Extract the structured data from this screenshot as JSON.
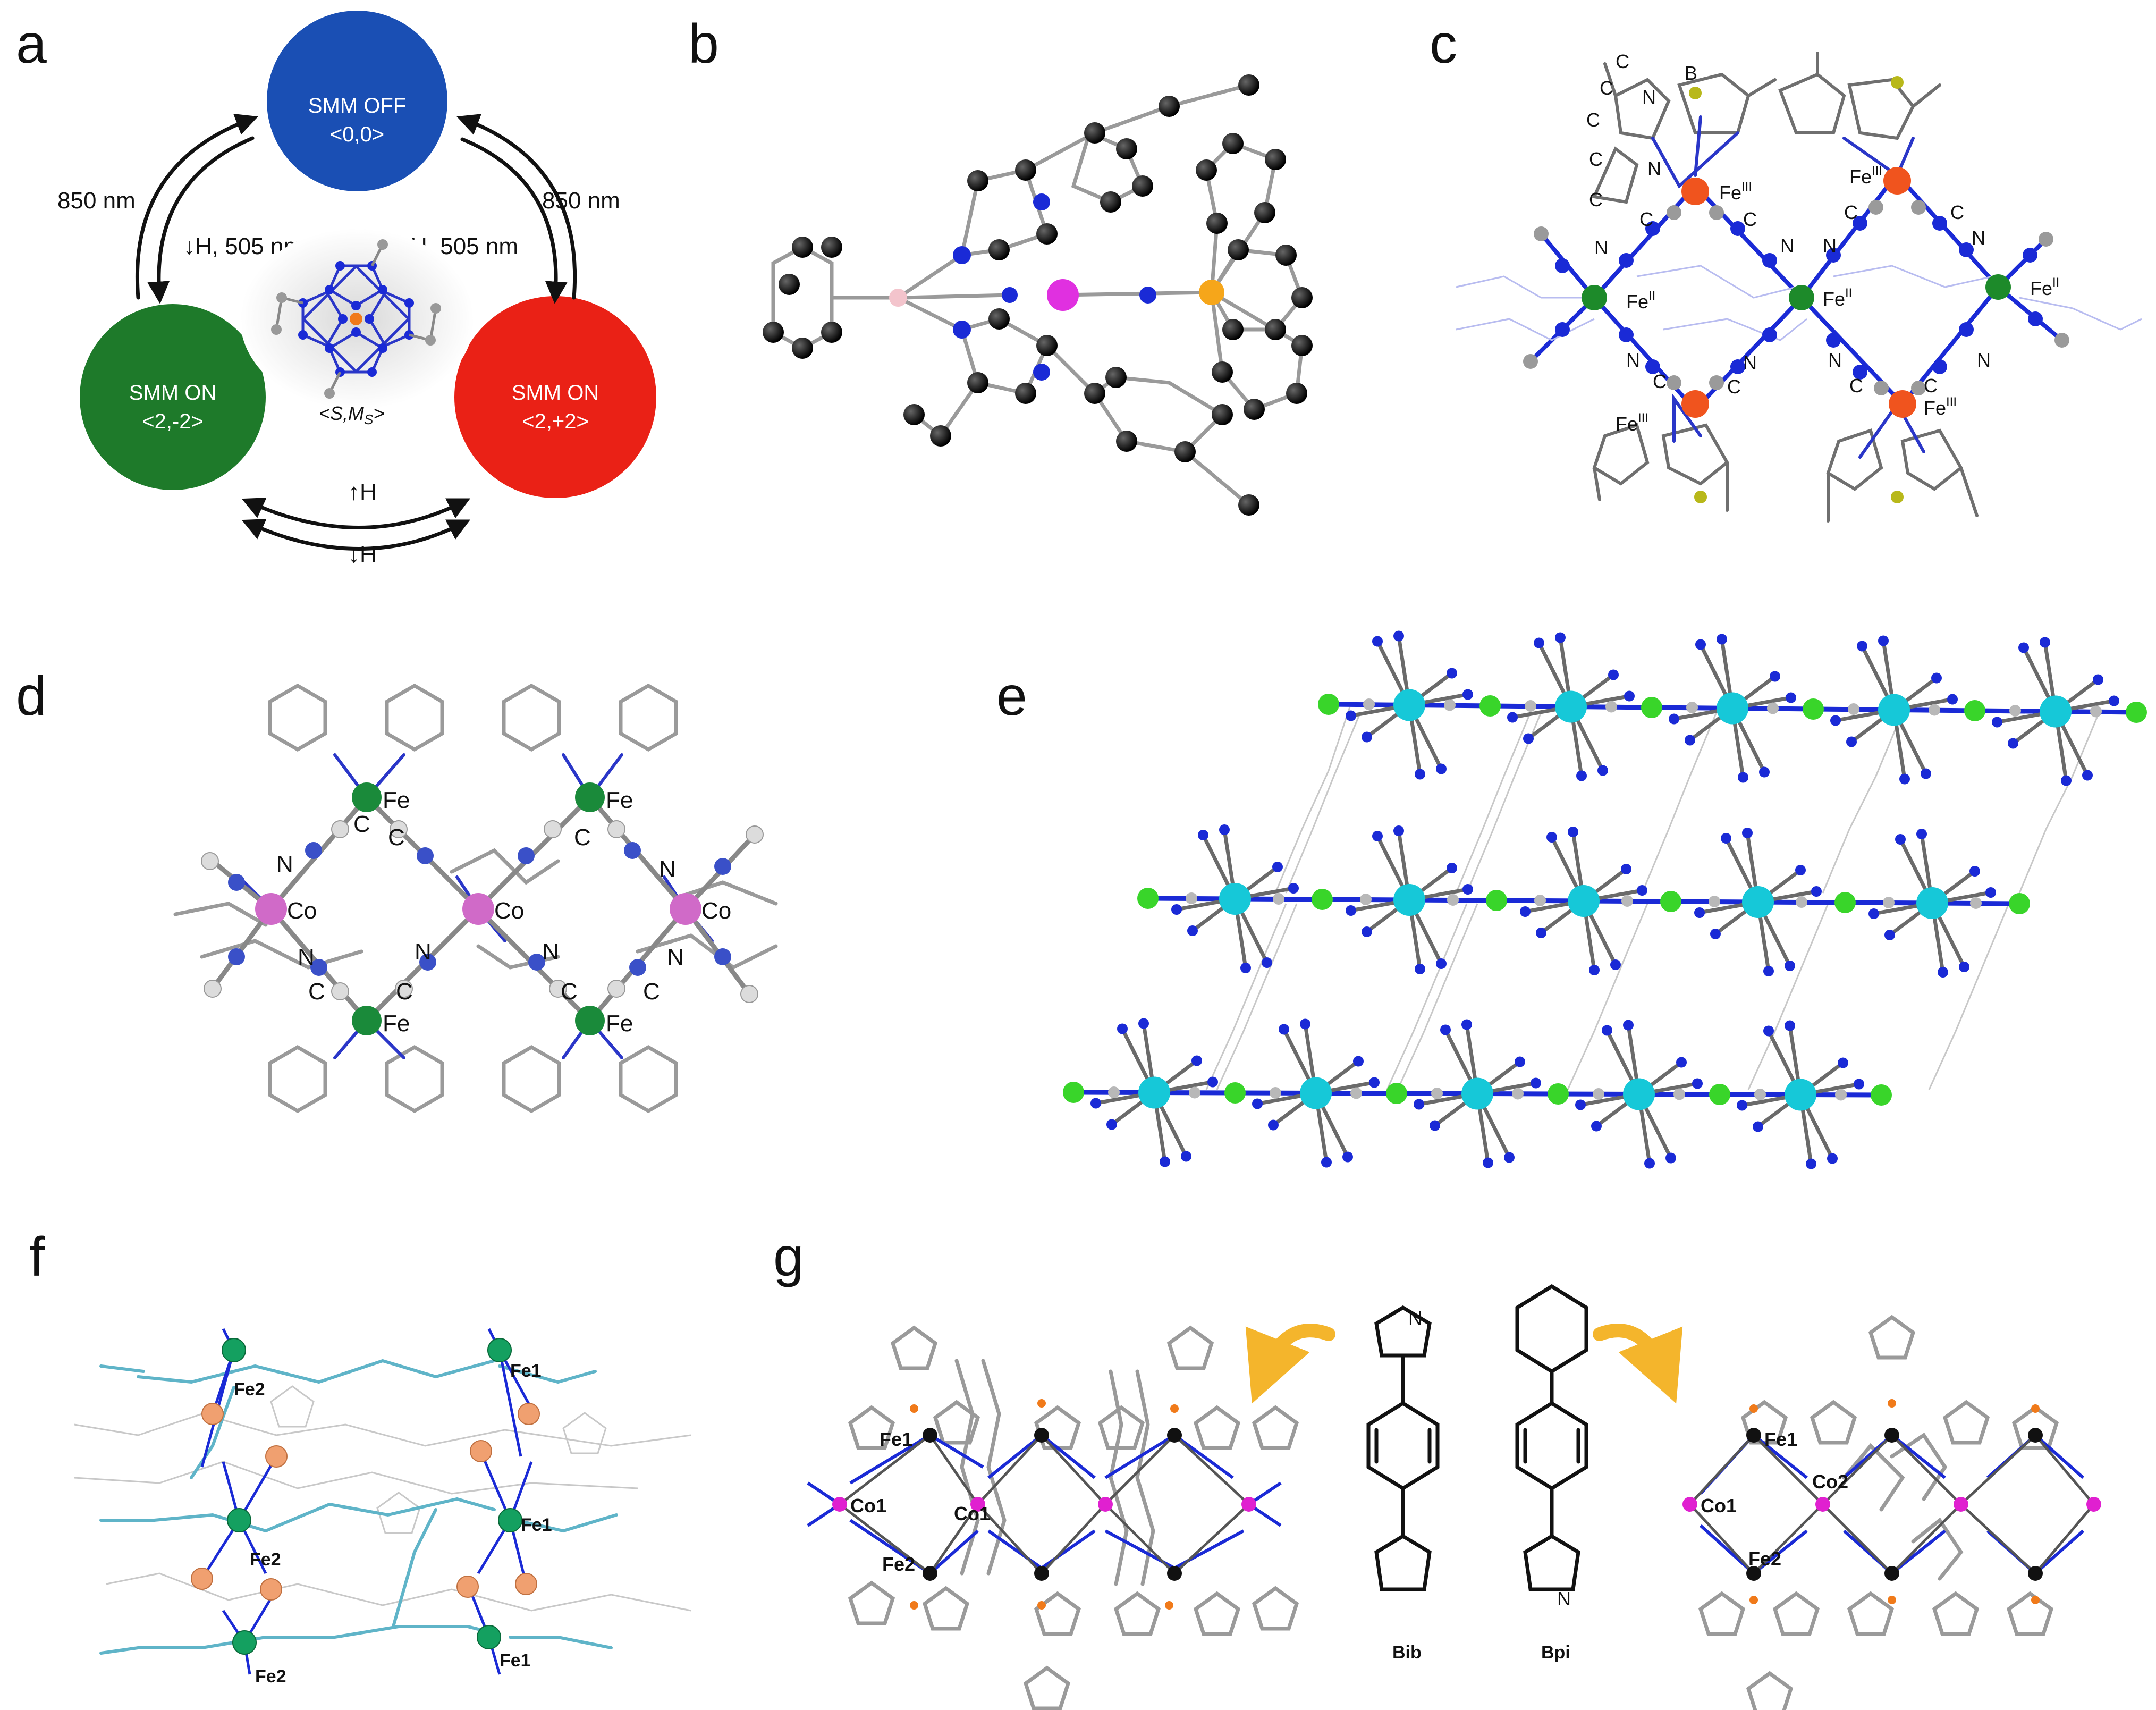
{
  "panels": {
    "a": {
      "label": "a",
      "circles": [
        {
          "line1": "SMM OFF",
          "line2": "<0,0>",
          "color": "#1a4fb4"
        },
        {
          "line1": "SMM ON",
          "line2": "<2,-2>",
          "color": "#1e7a2a"
        },
        {
          "line1": "SMM ON",
          "line2": "<2,+2>",
          "color": "#ea2116"
        }
      ],
      "arrow_left": "850 nm",
      "arrow_right": "850 nm",
      "inner_left": "↓H, 505 nm",
      "inner_right": "↑H, 505 nm",
      "center_label": "<S,M",
      "center_label_sub": "S",
      "center_label_end": ">",
      "bottom_up": "↑H",
      "bottom_down": "↓H"
    },
    "b": {
      "label": "b"
    },
    "c": {
      "label": "c",
      "atoms": {
        "b": "B",
        "n": "N",
        "c": "C"
      },
      "fe3": "Fe",
      "fe3_sup": "III",
      "fe2": "Fe",
      "fe2_sup": "II"
    },
    "d": {
      "label": "d",
      "fe": "Fe",
      "co": "Co",
      "c": "C",
      "n": "N"
    },
    "e": {
      "label": "e"
    },
    "f": {
      "label": "f",
      "fe1": "Fe1",
      "fe2": "Fe2"
    },
    "g": {
      "label": "g",
      "co1": "Co1",
      "co2": "Co2",
      "fe1": "Fe1",
      "fe2": "Fe2",
      "ligand_left": "Bib",
      "ligand_right": "Bpi",
      "n": "N"
    }
  },
  "colors": {
    "blue_atom": "#1a2ad6",
    "fe_green": "#1a8a3a",
    "fe_orange": "#f0541e",
    "co_magenta": "#d84ac8",
    "cyan_metal": "#16c8d8",
    "lime": "#39d52a",
    "arrow_gold": "#f4b52c"
  }
}
